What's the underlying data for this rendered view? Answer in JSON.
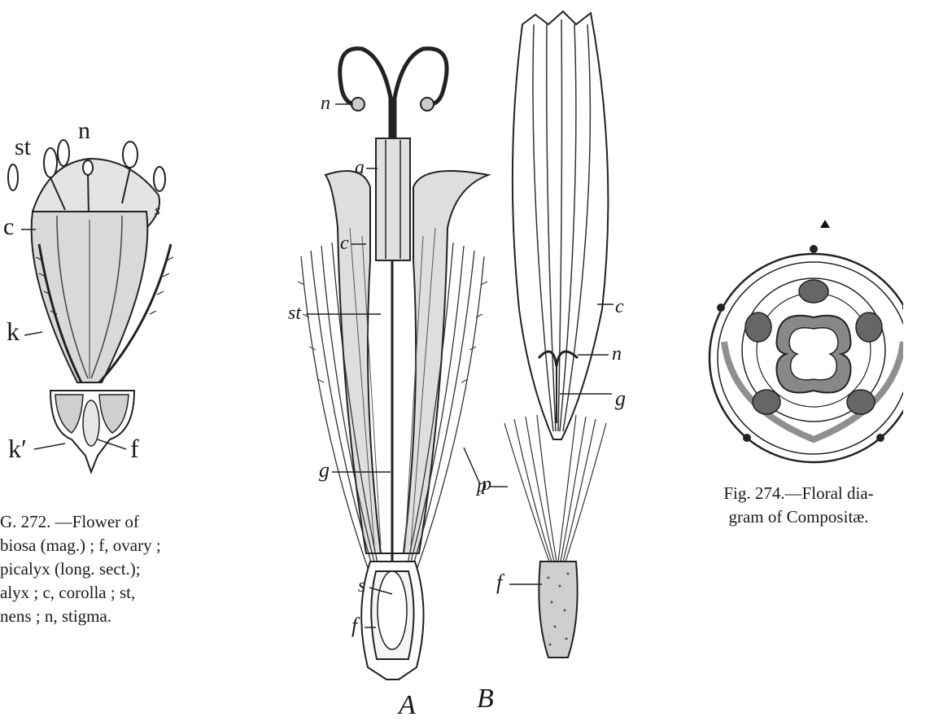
{
  "fig272": {
    "caption_lines": [
      "G.  272. —Flower  of",
      "biosa (mag.) ; f, ovary ;",
      "picalyx  (long. sect.);",
      "alyx ;  c,  corolla ;  st,",
      "nens ; n, stigma."
    ],
    "labels": {
      "st": "st",
      "n": "n",
      "c": "c",
      "k": "k",
      "k_prime": "k′",
      "f": "f",
      "s": "s"
    }
  },
  "fig273": {
    "letter_A": "A",
    "letter_B": "B",
    "labels_A": {
      "n": "n",
      "a": "a",
      "c": "c",
      "st": "st",
      "g": "g",
      "p": "p",
      "s": "s",
      "f": "f"
    },
    "labels_B": {
      "c": "c",
      "n": "n",
      "g": "g",
      "p": "p",
      "f": "f"
    }
  },
  "fig274": {
    "caption_lines": [
      "Fig. 274.—Floral dia-",
      "gram of Compositæ."
    ]
  }
}
